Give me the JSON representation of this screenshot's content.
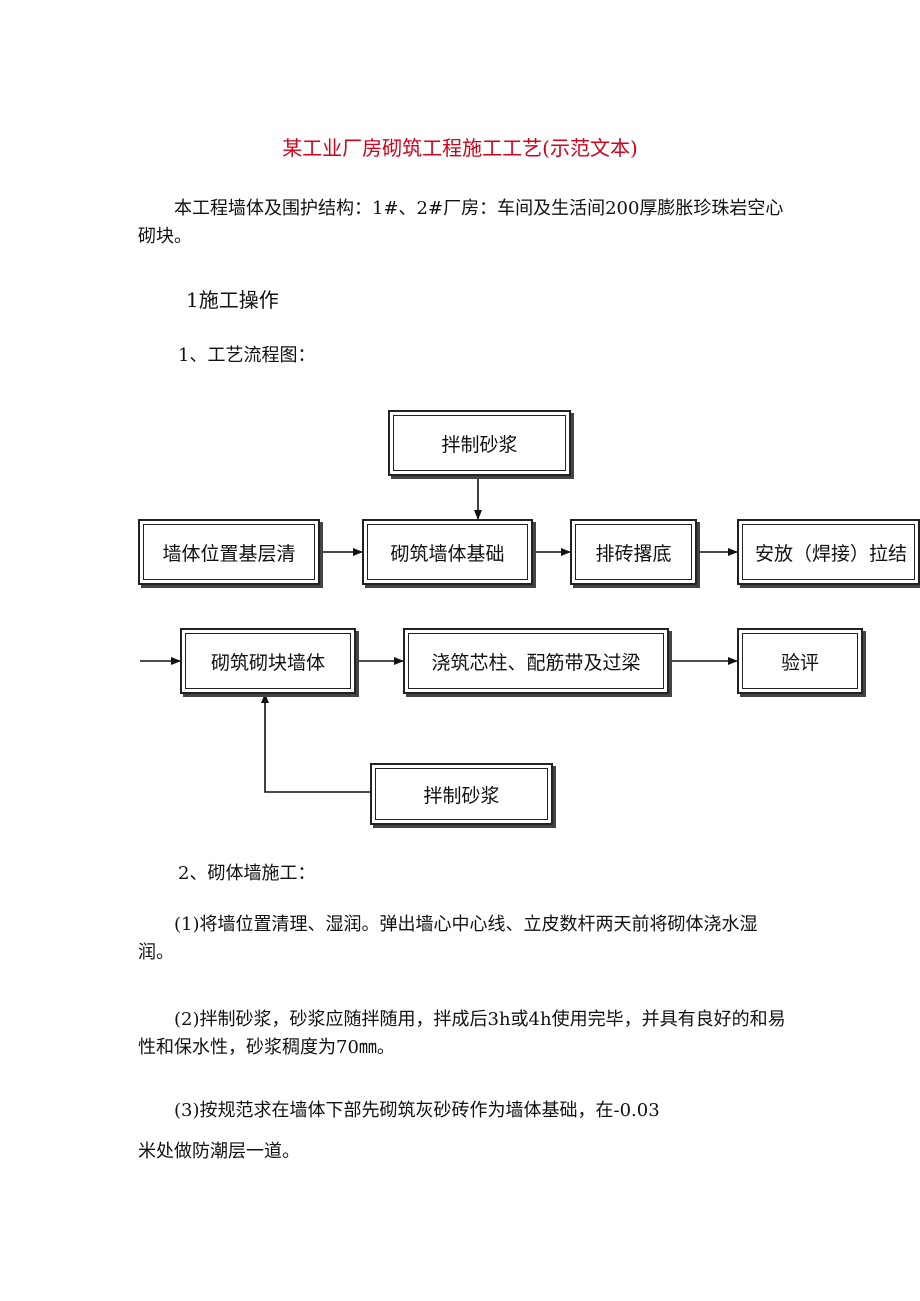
{
  "title": "某工业厂房砌筑工程施工工艺(示范文本)",
  "intro": "本工程墙体及围护结构：1#、2#厂房：车间及生活间200厚膨胀珍珠岩空心砌块。",
  "section1": "1施工操作",
  "sub1": "1、工艺流程图：",
  "flow": {
    "mortar_top": "拌制砂浆",
    "step1": "墙体位置基层清",
    "step2": "砌筑墙体基础",
    "step3": "排砖撂底",
    "step4": "安放（焊接）拉结",
    "step5": "砌筑砌块墙体",
    "step6": "浇筑芯柱、配筋带及过梁",
    "step7": "验评",
    "mortar_bottom": "拌制砂浆"
  },
  "sub2": "2、砌体墙施工：",
  "items": [
    "(1)将墙位置清理、湿润。弹出墙心中心线、立皮数杆两天前将砌体浇水湿润。",
    "(2)拌制砂浆，砂浆应随拌随用，拌成后3h或4h使用完毕，并具有良好的和易性和保水性，砂浆稠度为70㎜。",
    "(3)按规范求在墙体下部先砌筑灰砂砖作为墙体基础，在-0.03",
    "米处做防潮层一道。"
  ]
}
